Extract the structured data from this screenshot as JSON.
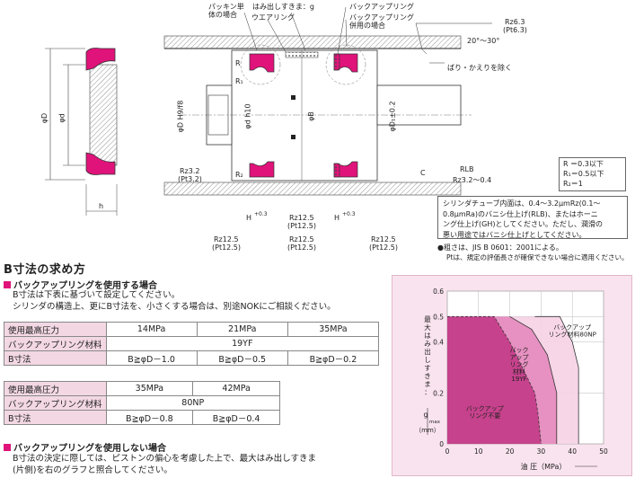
{
  "drawing": {
    "callouts": {
      "packing_only": "パッキン単体の場合",
      "extrusion_gap": "はみ出しすきま：g",
      "wear_ring": "ウエアリング",
      "backup_ring": "バックアップリング",
      "with_backup": "バックアップリング併用の場合",
      "burr": "ばり・かえりを除く",
      "angle": "20°～30°"
    },
    "roughness": {
      "top_right": "Rz6.3",
      "top_right_pt": "(Pt6.3)",
      "left": "Rz3.2",
      "left_pt": "(Pt3.2)",
      "rz125": "Rz12.5",
      "pt125": "(Pt12.5)",
      "rlb": "RLB",
      "rlb_range": "Rz3.2～0.4"
    },
    "dims": {
      "phiD": "φD",
      "phid": "φd",
      "h": "h",
      "phiDH9": "φD H9/f8",
      "phidh10": "φd h10",
      "phiB": "φB",
      "phiD02": "φD₁±0.2",
      "R": "R",
      "R1": "R₁",
      "R2": "R₂",
      "C": "C",
      "H": "H",
      "H_tol": "+0.3",
      "H_tol2": "0"
    },
    "radius_legend": [
      "R ＝0.3以下",
      "R₁＝0.5以下",
      "R₂＝1"
    ],
    "finish_note": "シリンダチューブ内面は、0.4～3.2μmRz(0.1～0.8μmRa)のバニシ仕上げ(RLB)、またはホーニング仕上げ(GH)としてください。ただし、潤滑の悪い用途ではバニシ仕上げとしてください。",
    "finish_note_lines": [
      "シリンダチューブ内面は、0.4～3.2μmRz(0.1～",
      "0.8μmRa)のバニシ仕上げ(RLB)、またはホーニ",
      "ング仕上げ(GH)としてください。ただし、潤滑の",
      "悪い用途ではバニシ仕上げとしてください。"
    ],
    "jis_note_1": "●粗さは、JIS B 0601：2001による。",
    "jis_note_2": "Ptは、規定の評価長さが確保できない場合に適用ください。"
  },
  "section": {
    "title": "B寸法の求め方",
    "with_backup": {
      "heading": "バックアップリングを使用する場合",
      "line1": "B寸法は下表に基づいて設定してください。",
      "line2": "シリンダの構造上、更にB寸法を、小さくする場合は、別途NOKにご相談ください。"
    },
    "without_backup": {
      "heading": "バックアップリングを使用しない場合",
      "line1": "B寸法の決定に際しては、ピストンの偏心を考慮した上で、最大はみ出しすきま",
      "line2": "(片側)を右のグラフと照合してください。"
    }
  },
  "table1": {
    "row_labels": [
      "使用最高圧力",
      "バックアップリング材料",
      "B寸法"
    ],
    "pressures": [
      "14MPa",
      "21MPa",
      "35MPa"
    ],
    "material": "19YF",
    "b": [
      "B≧φD－1.0",
      "B≧φD－0.5",
      "B≧φD－0.2"
    ]
  },
  "table2": {
    "row_labels": [
      "使用最高圧力",
      "バックアップリング材料",
      "B寸法"
    ],
    "pressures": [
      "35MPa",
      "42MPa"
    ],
    "material": "80NP",
    "b": [
      "B≧φD－0.8",
      "B≧φD－0.4"
    ]
  },
  "chart_data": {
    "type": "area",
    "xlabel": "油 圧（MPa）",
    "ylabel": "最大はみ出しすきま：g max（mm）",
    "ylabel_lines": [
      "最大はみ出しすきま：",
      "g",
      "max",
      "（mm）"
    ],
    "x_ticks": [
      0,
      10,
      20,
      30,
      40,
      50
    ],
    "y_ticks": [
      0,
      0.2,
      0.4,
      0.5,
      0.6
    ],
    "xlim": [
      0,
      50
    ],
    "ylim": [
      0,
      0.6
    ],
    "regions": [
      {
        "name": "バックアップリング不要",
        "boundary": [
          [
            0,
            0.5
          ],
          [
            15,
            0.5
          ],
          [
            20,
            0.4
          ],
          [
            24,
            0.3
          ],
          [
            28,
            0.2
          ],
          [
            29,
            0.12
          ],
          [
            30,
            0.0
          ]
        ]
      },
      {
        "name": "バックアップリング材料19YF",
        "boundary": [
          [
            20,
            0.5
          ],
          [
            27,
            0.45
          ],
          [
            32,
            0.35
          ],
          [
            35,
            0.2
          ],
          [
            35,
            0.0
          ]
        ]
      },
      {
        "name": "バックアップリング材料80NP",
        "boundary": [
          [
            28,
            0.5
          ],
          [
            36,
            0.5
          ],
          [
            40,
            0.4
          ],
          [
            42,
            0.3
          ],
          [
            42,
            0.0
          ]
        ]
      }
    ],
    "labels": {
      "region1": [
        "バックアップ",
        "リング不要"
      ],
      "region2": [
        "バック",
        "アップ",
        "リング",
        "材料",
        "19YF"
      ],
      "region3": [
        "バックアップ",
        "リング材料80NP"
      ]
    },
    "colors": {
      "dark": "#c23a86",
      "mid": "#e389bd",
      "light": "#f6d2e6"
    }
  }
}
